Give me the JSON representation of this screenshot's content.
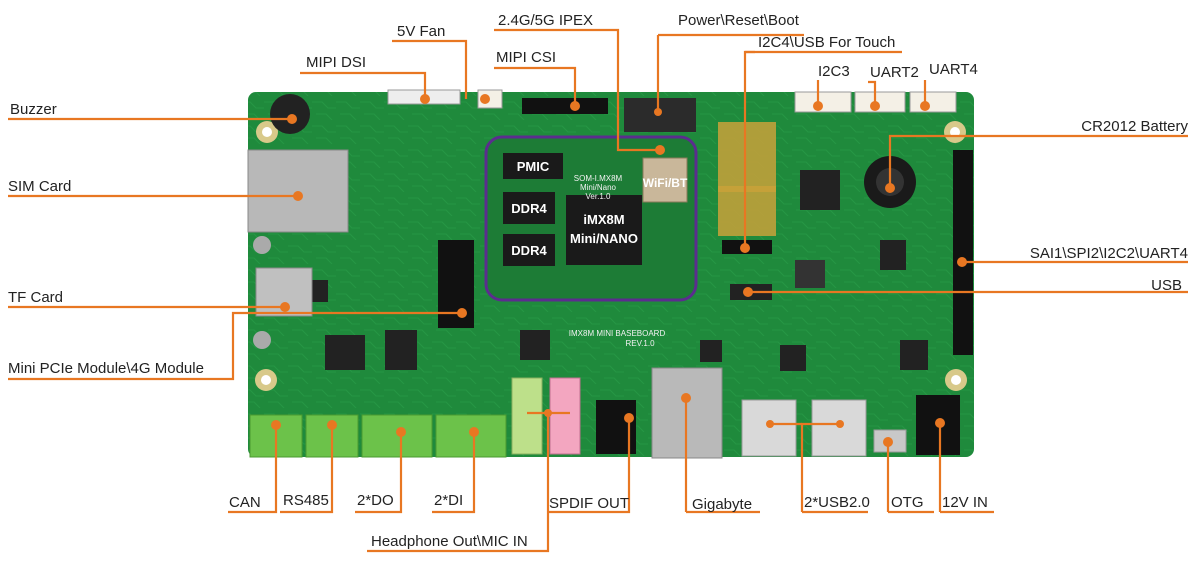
{
  "labels": {
    "buzzer": "Buzzer",
    "sim_card": "SIM Card",
    "tf_card": "TF Card",
    "mini_pcie": "Mini PCIe Module\\4G Module",
    "mipi_dsi": "MIPI DSI",
    "fan": "5V Fan",
    "ipex": "2.4G/5G IPEX",
    "mipi_csi": "MIPI CSI",
    "power_reset_boot": "Power\\Reset\\Boot",
    "i2c4_usb_touch": "I2C4\\USB For Touch",
    "i2c3": "I2C3",
    "uart2": "UART2",
    "uart4": "UART4",
    "cr2012": "CR2012 Battery",
    "sai1": "SAI1\\SPI2\\I2C2\\UART4",
    "usb": "USB",
    "can": "CAN",
    "rs485": "RS485",
    "do": "2*DO",
    "di": "2*DI",
    "headphone": "Headphone Out\\MIC IN",
    "spdif": "SPDIF OUT",
    "gigabyte": "Gigabyte",
    "usb20": "2*USB2.0",
    "otg": "OTG",
    "power_in": "12V IN"
  },
  "chips": {
    "pmic": "PMIC",
    "ddr4_a": "DDR4",
    "ddr4_b": "DDR4",
    "soc_line1": "iMX8M",
    "soc_line2": "Mini/NANO",
    "wifi": "WiFi/BT"
  },
  "silkscreen": {
    "baseboard": "IMX8M MINI BASEBOARD",
    "rev": "REV.1.0",
    "som_line1": "SOM-I.MX8M",
    "som_line2": "Mini/Nano",
    "som_line3": "Ver.1.0"
  },
  "colors": {
    "pcb": "#1f8a3c",
    "pcb_dark": "#166b2d",
    "leader": "#e87722",
    "som_border": "#5b2d8e",
    "terminal_block": "#6cc24a"
  }
}
